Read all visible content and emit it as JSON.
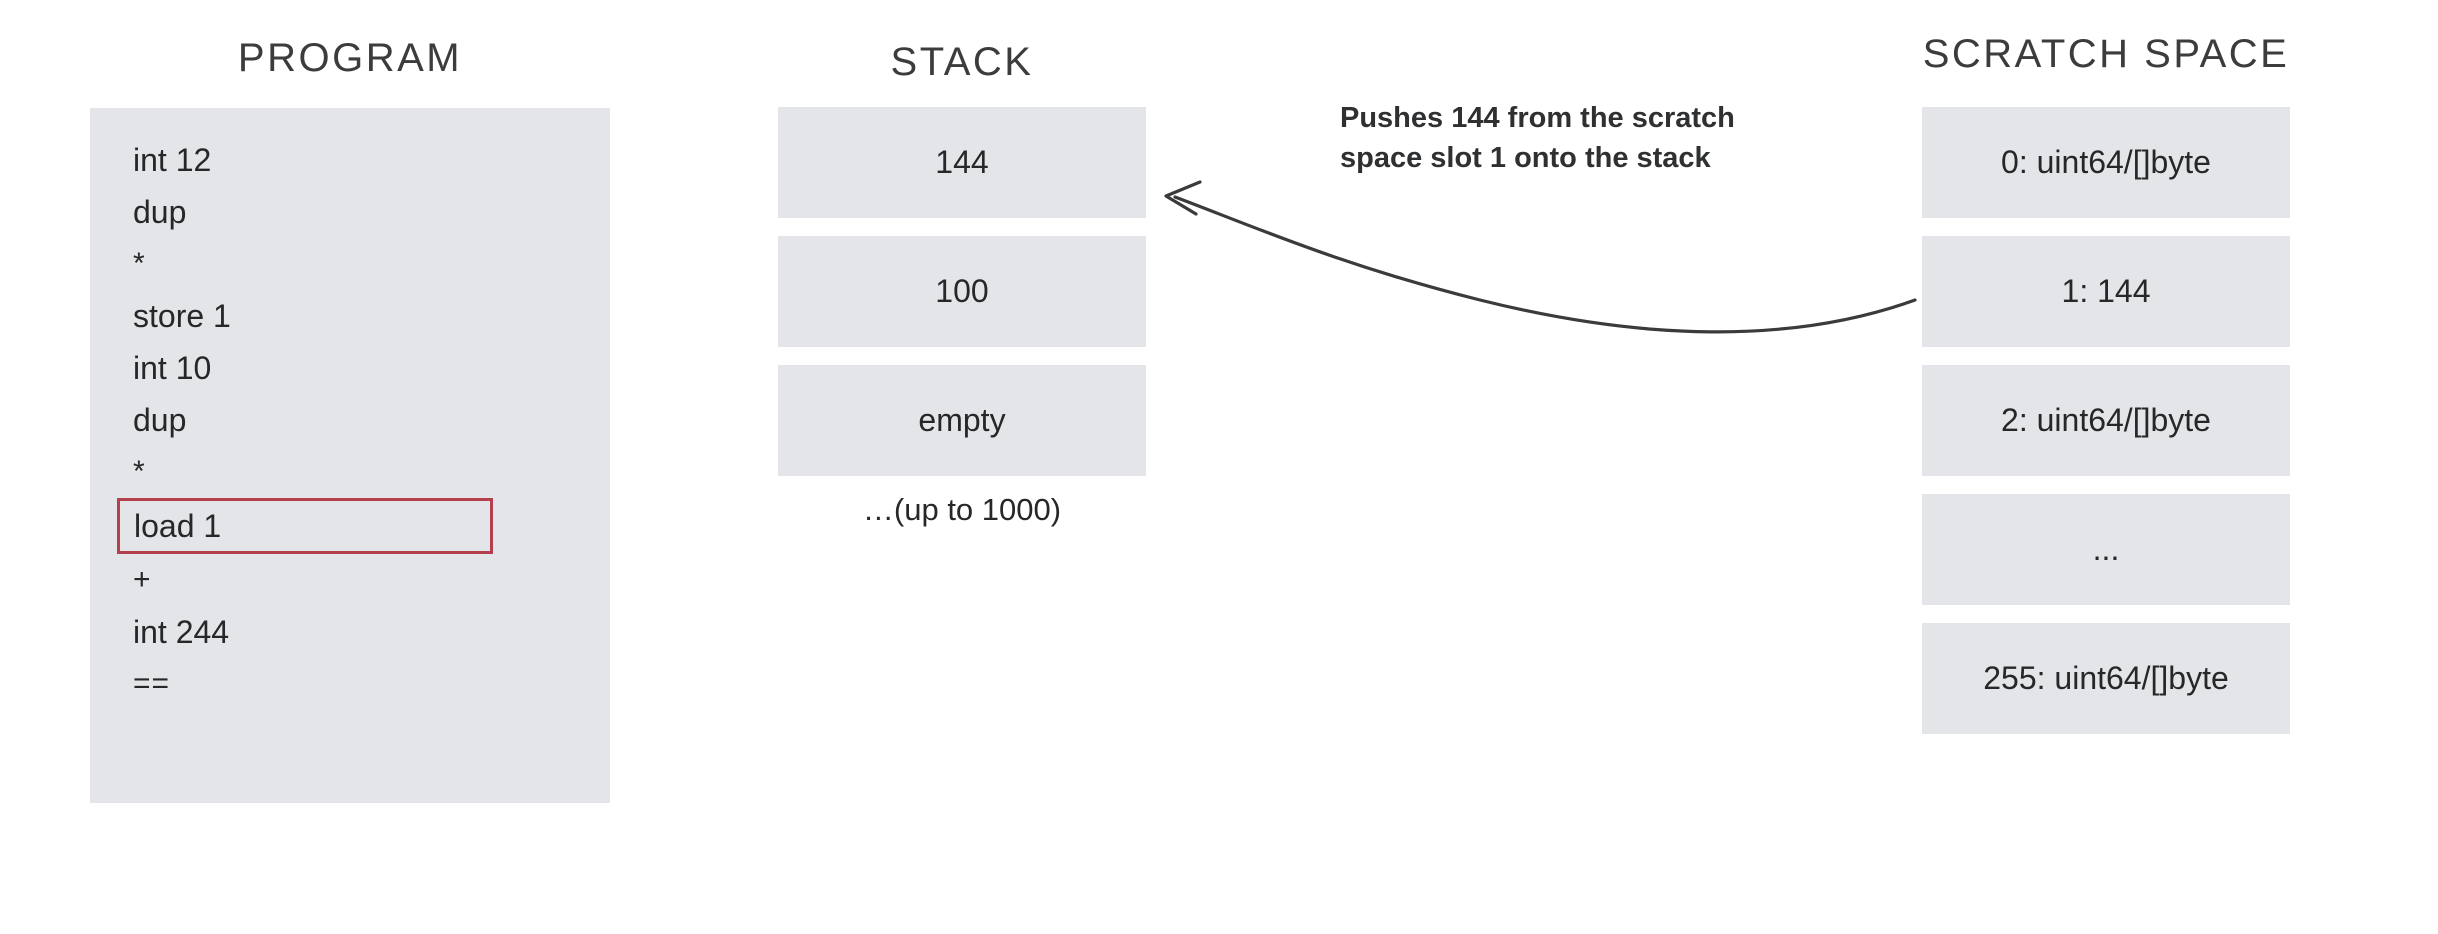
{
  "columns": {
    "program": {
      "heading": "PROGRAM",
      "lines": [
        {
          "text": "int 12",
          "highlighted": false,
          "symbol": false
        },
        {
          "text": "dup",
          "highlighted": false,
          "symbol": false
        },
        {
          "text": "*",
          "highlighted": false,
          "symbol": true
        },
        {
          "text": "store 1",
          "highlighted": false,
          "symbol": false
        },
        {
          "text": "int 10",
          "highlighted": false,
          "symbol": false
        },
        {
          "text": "dup",
          "highlighted": false,
          "symbol": false
        },
        {
          "text": "*",
          "highlighted": false,
          "symbol": true
        },
        {
          "text": "load 1",
          "highlighted": true,
          "symbol": false
        },
        {
          "text": "+",
          "highlighted": false,
          "symbol": true
        },
        {
          "text": "int 244",
          "highlighted": false,
          "symbol": false
        },
        {
          "text": "==",
          "highlighted": false,
          "symbol": true
        }
      ]
    },
    "stack": {
      "heading": "STACK",
      "slots": [
        {
          "label": "144"
        },
        {
          "label": "100"
        },
        {
          "label": "empty"
        }
      ],
      "overflow_note": "…(up to 1000)"
    },
    "scratch_space": {
      "heading": "SCRATCH SPACE",
      "slots": [
        {
          "label": "0: uint64/[]byte"
        },
        {
          "label": "1: 144"
        },
        {
          "label": "2: uint64/[]byte"
        },
        {
          "label": "..."
        },
        {
          "label": "255: uint64/[]byte"
        }
      ]
    }
  },
  "annotation": {
    "text": "Pushes 144 from the scratch space slot 1 onto the stack"
  },
  "colors": {
    "slot_background": "#e4e5e8",
    "highlight_border": "#b43f4d",
    "text": "#262729",
    "heading": "#3b3c3e",
    "arrow": "#3b3b3b",
    "page_background": "#ffffff"
  }
}
